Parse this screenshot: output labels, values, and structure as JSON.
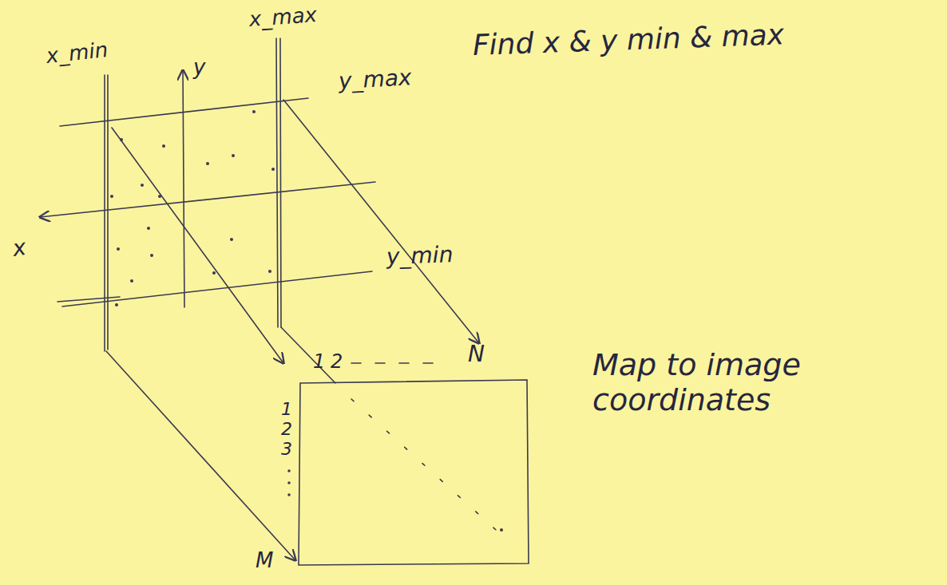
{
  "diagram": {
    "labels": [
      "x_min",
      "x_max",
      "y",
      "y_max",
      "Find x & y min & max",
      "x",
      "y_min",
      "1",
      "2",
      "N",
      "1",
      "2",
      "3",
      "M",
      "Map to image coordinates"
    ]
  }
}
